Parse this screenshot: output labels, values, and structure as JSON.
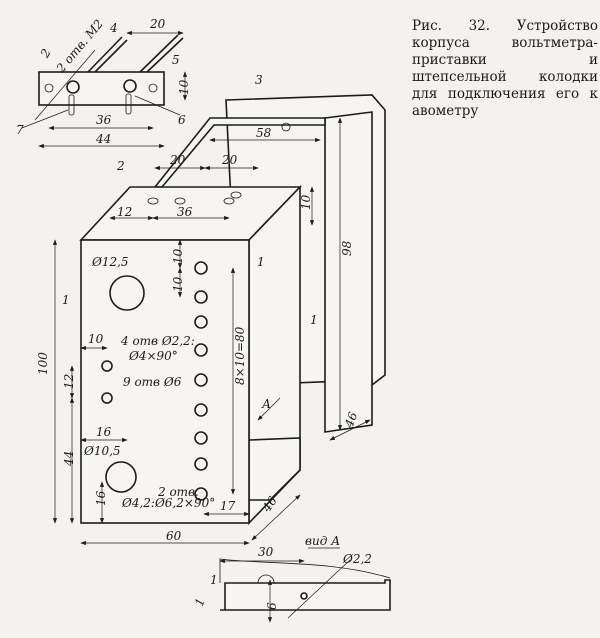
{
  "caption": "Рис. 32. Устройство корпуса вольтметра-приставки и штепсельной колодки для подключения его к авометру",
  "plug_block": {
    "labels": {
      "part2": "2",
      "holes": "2 отв. М2",
      "part4": "4",
      "dim20": "20",
      "part5": "5",
      "dim10": "10",
      "part7": "7",
      "dim36": "36",
      "part6": "6",
      "dim44": "44"
    }
  },
  "housing": {
    "labels": {
      "part3": "3",
      "dim58": "58",
      "part2": "2",
      "dim20a": "20",
      "dim20b": "20",
      "dim12": "12",
      "dim36": "36",
      "dim10": "10",
      "dim98": "98",
      "part1_side": "1",
      "dim46_side": "46"
    }
  },
  "front_panel": {
    "labels": {
      "d12_5": "Ø12,5",
      "dim10a": "10",
      "dim10b": "10",
      "part1_right": "1",
      "part1_left": "1",
      "dim10c": "10",
      "holes4_l1": "4 отв Ø2,2:",
      "holes4_l2": "Ø4×90°",
      "dim100": "100",
      "dim12": "12",
      "holes9": "9 отв Ø6",
      "pitch": "8×10=80",
      "viewA_arrow": "А",
      "dim16a": "16",
      "d10_5": "Ø10,5",
      "dim44": "44",
      "holes2_l1": "2 отв.",
      "holes2_l2": "Ø4,2:Ø6,2×90°",
      "dim16b": "16",
      "dim17": "17",
      "dim46": "46",
      "dim60": "60"
    }
  },
  "view_a": {
    "labels": {
      "title": "вид А",
      "dim30": "30",
      "d2_2": "Ø2,2",
      "dim1a": "1",
      "dim1b": "1",
      "dim6": "6"
    }
  }
}
